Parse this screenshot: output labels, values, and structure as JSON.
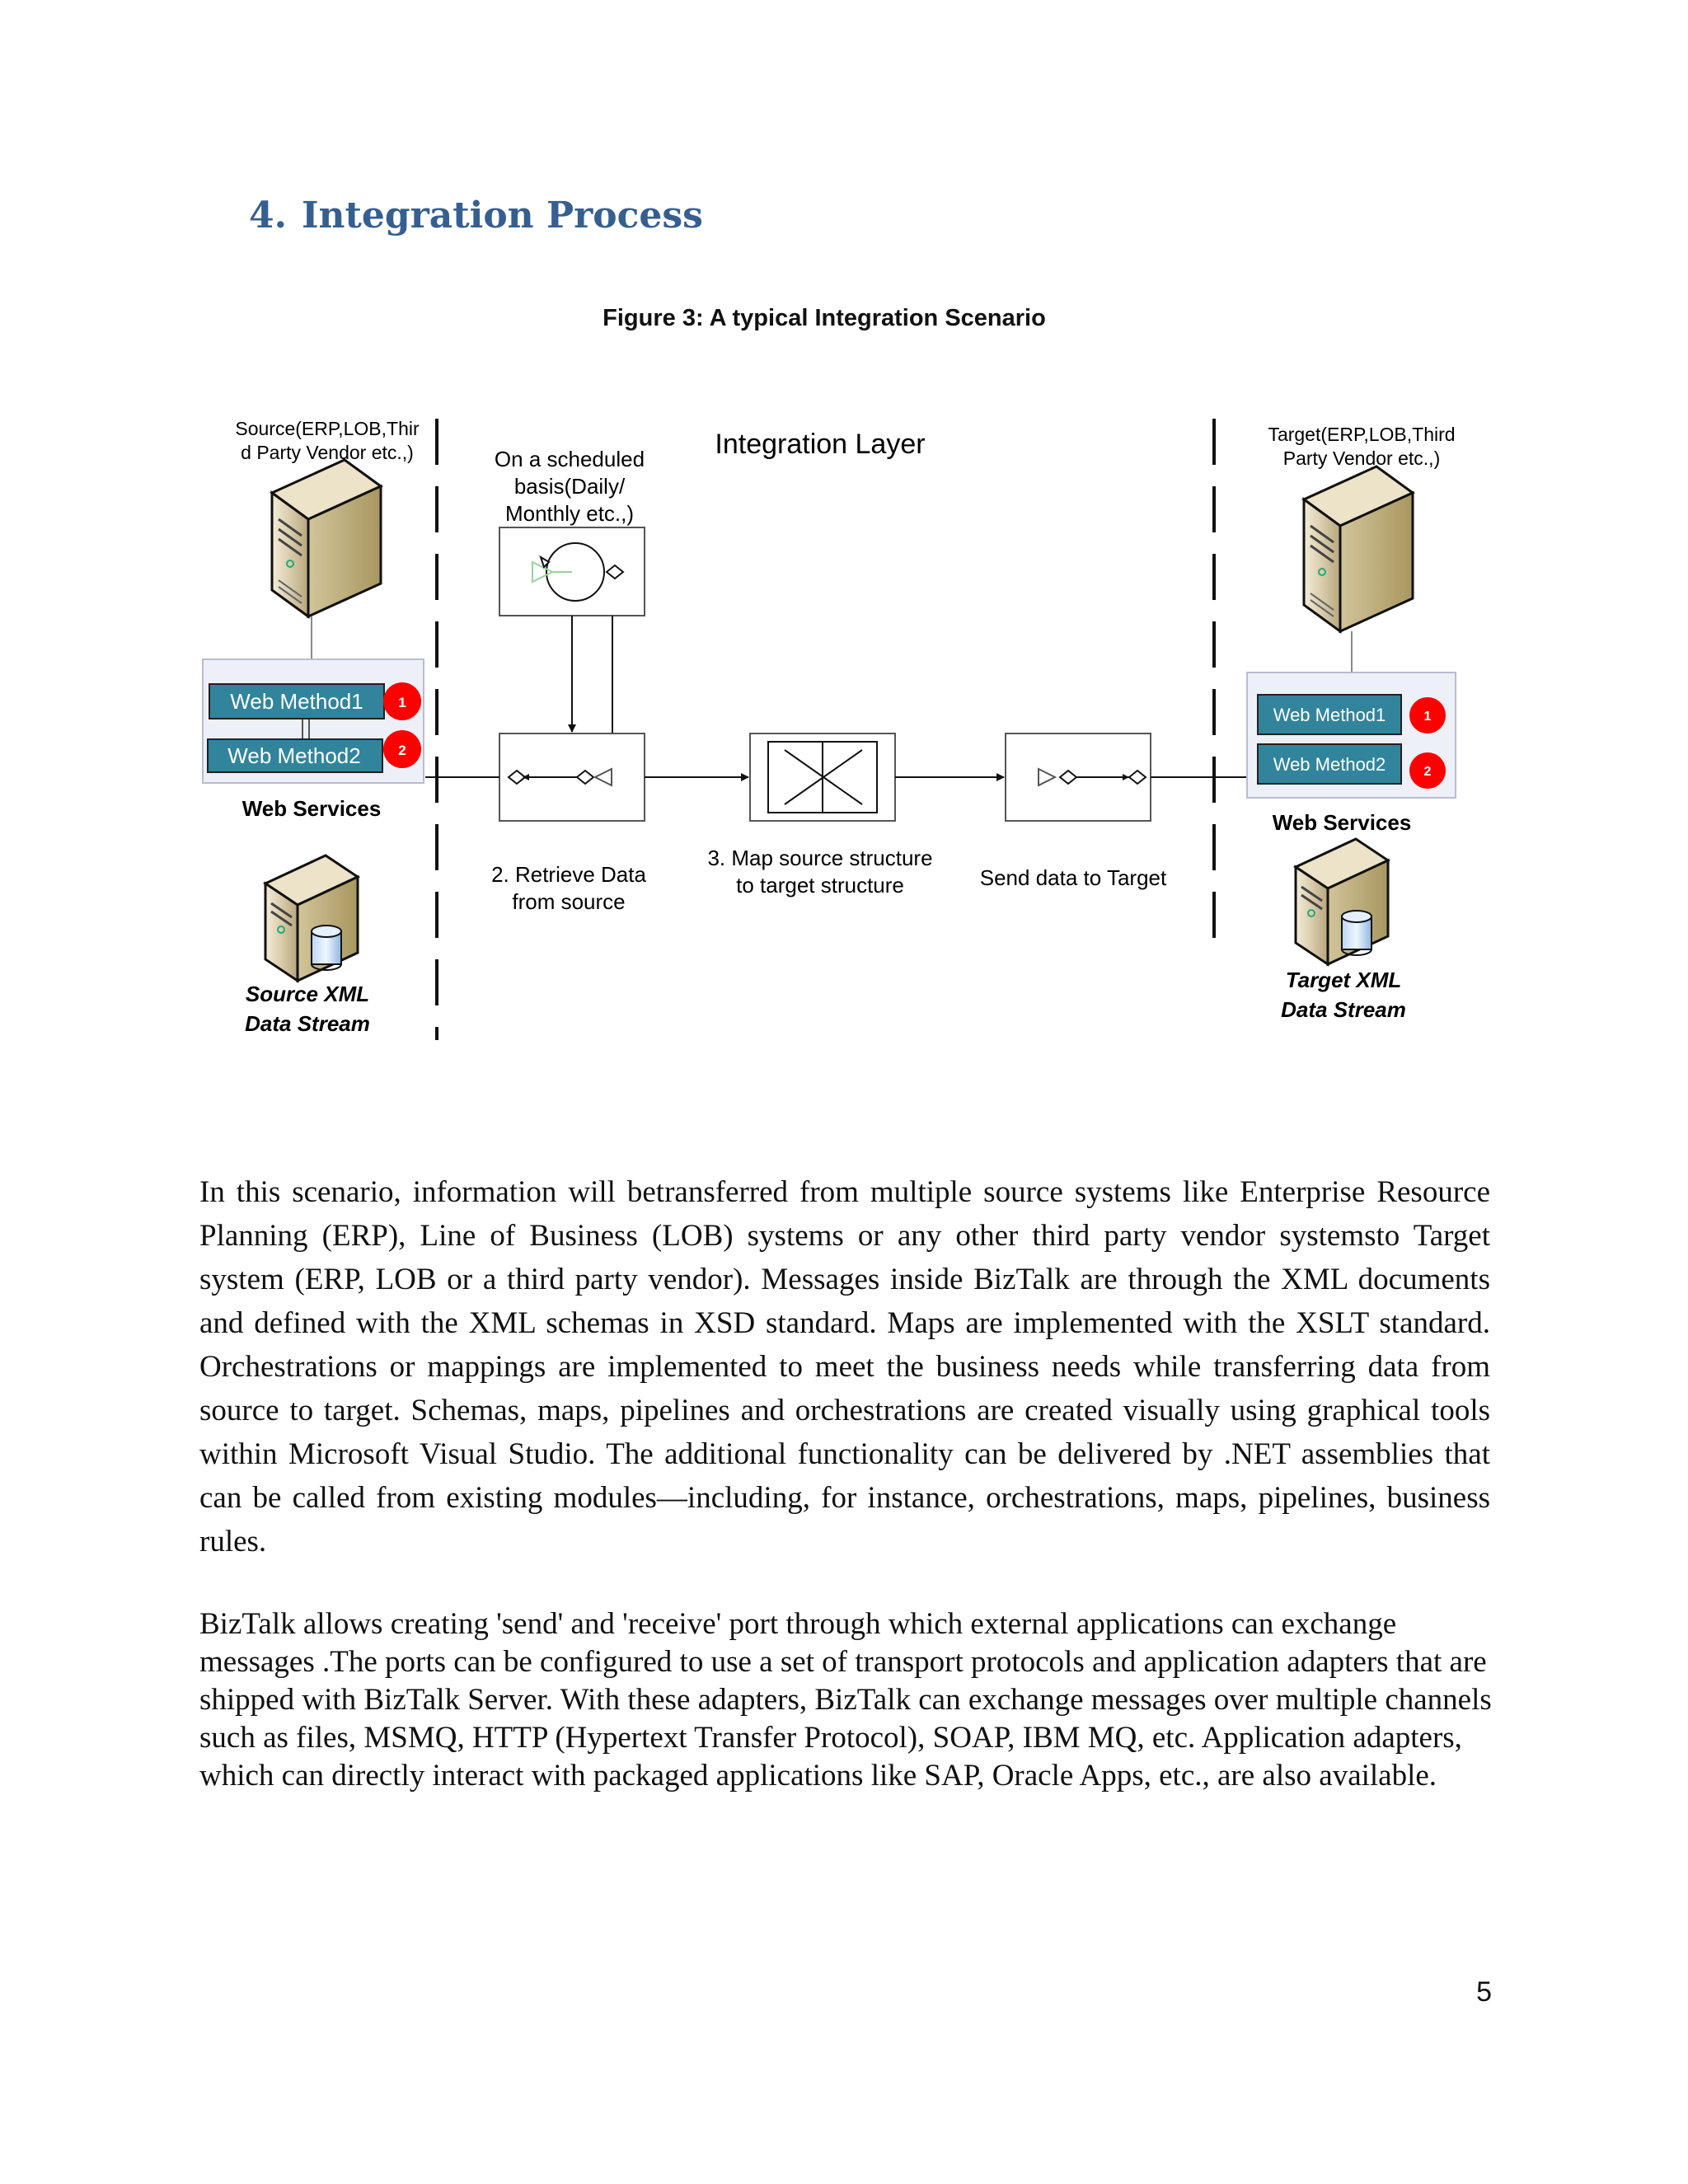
{
  "section": {
    "number": "4.",
    "title": "Integration Process"
  },
  "figure": {
    "caption": "Figure 3: A typical Integration Scenario",
    "source": {
      "label_line1": "Source(ERP,LOB,Thir",
      "label_line2": "d Party Vendor etc.,)",
      "methods": [
        "Web Method1",
        "Web Method2"
      ],
      "badges": [
        "1",
        "2"
      ],
      "web_services": "Web Services",
      "xml_line1": "Source XML",
      "xml_line2": "Data Stream"
    },
    "target": {
      "label_line1": "Target(ERP,LOB,Third",
      "label_line2": "Party Vendor etc.,)",
      "methods": [
        "Web Method1",
        "Web Method2"
      ],
      "badges": [
        "1",
        "2"
      ],
      "web_services": "Web Services",
      "xml_line1": "Target XML",
      "xml_line2": "Data Stream"
    },
    "layer_title": "Integration Layer",
    "schedule_line1": "On a scheduled",
    "schedule_line2": "basis(Daily/",
    "schedule_line3": "Monthly etc.,)",
    "retrieve_line1": "2. Retrieve Data",
    "retrieve_line2": "from source",
    "map_line1": "3. Map source structure",
    "map_line2": "to target structure",
    "send": "Send data to Target",
    "colors": {
      "method_box": "#31849b",
      "badge": "#ff0000",
      "heading": "#365f91"
    }
  },
  "body": {
    "paragraph1": "In this scenario, information will betransferred from multiple source systems like Enterprise Resource Planning (ERP), Line of Business (LOB) systems or any other third party vendor systemsto Target system (ERP, LOB or a third party vendor). Messages inside BizTalk are through the XML documents and defined with the XML schemas in XSD standard. Maps are implemented with the XSLT standard. Orchestrations or mappings are implemented to meet the business needs while transferring data from source to target. Schemas, maps, pipelines and orchestrations are created visually using graphical tools within Microsoft Visual Studio. The additional functionality can be delivered by .NET assemblies that can be called from existing modules—including, for instance, orchestrations, maps, pipelines, business rules.",
    "paragraph2": "BizTalk allows creating 'send' and 'receive' port through which external applications can exchange messages .The ports can be configured to use a set of transport protocols and application adapters that are shipped with BizTalk Server. With these adapters, BizTalk can exchange messages over multiple channels such as files, MSMQ, HTTP (Hypertext Transfer Protocol), SOAP, IBM MQ, etc. Application adapters, which can directly interact with packaged applications like SAP, Oracle Apps, etc., are also available."
  },
  "page_number": "5"
}
